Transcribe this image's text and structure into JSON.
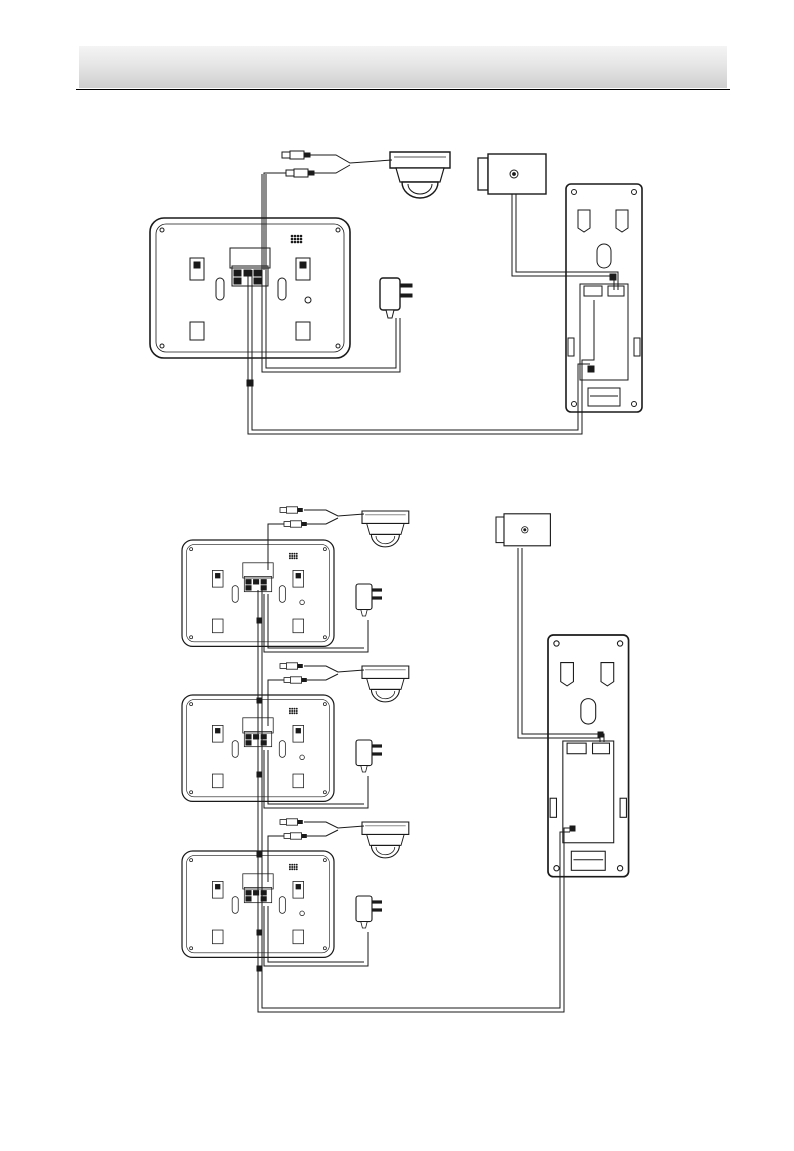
{
  "header": {
    "title": ""
  },
  "colors": {
    "line": "#1a1a1a",
    "header_band": "#dcdcdc"
  },
  "diagrams": [
    {
      "name": "single-monitor-wiring",
      "devices": [
        "indoor-station",
        "dome-camera",
        "bullet-camera",
        "power-adapter",
        "door-station"
      ]
    },
    {
      "name": "three-monitor-wiring",
      "devices": [
        "indoor-station",
        "indoor-station",
        "indoor-station",
        "dome-camera",
        "dome-camera",
        "dome-camera",
        "power-adapter",
        "power-adapter",
        "power-adapter",
        "bullet-camera",
        "door-station"
      ]
    }
  ]
}
